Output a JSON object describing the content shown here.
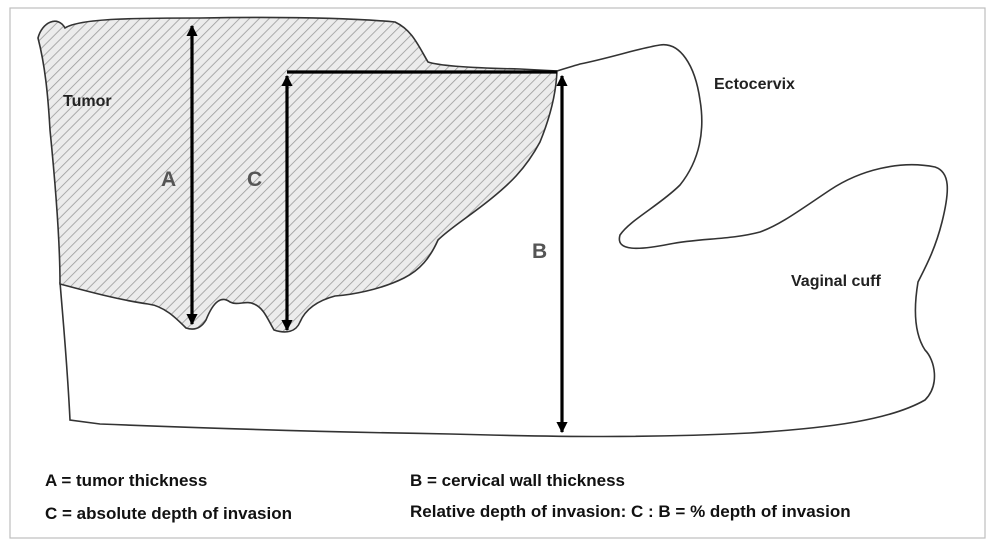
{
  "diagram": {
    "labels": {
      "tumor": "Tumor",
      "ectocervix": "Ectocervix",
      "vaginal_cuff": "Vaginal cuff"
    },
    "measures": {
      "a": "A",
      "b": "B",
      "c": "C"
    },
    "legend": {
      "a_def": "A = tumor thickness",
      "b_def": "B = cervical wall thickness",
      "c_def": "C = absolute depth of invasion",
      "relative": "Relative depth of invasion: C : B = % depth of invasion"
    }
  }
}
